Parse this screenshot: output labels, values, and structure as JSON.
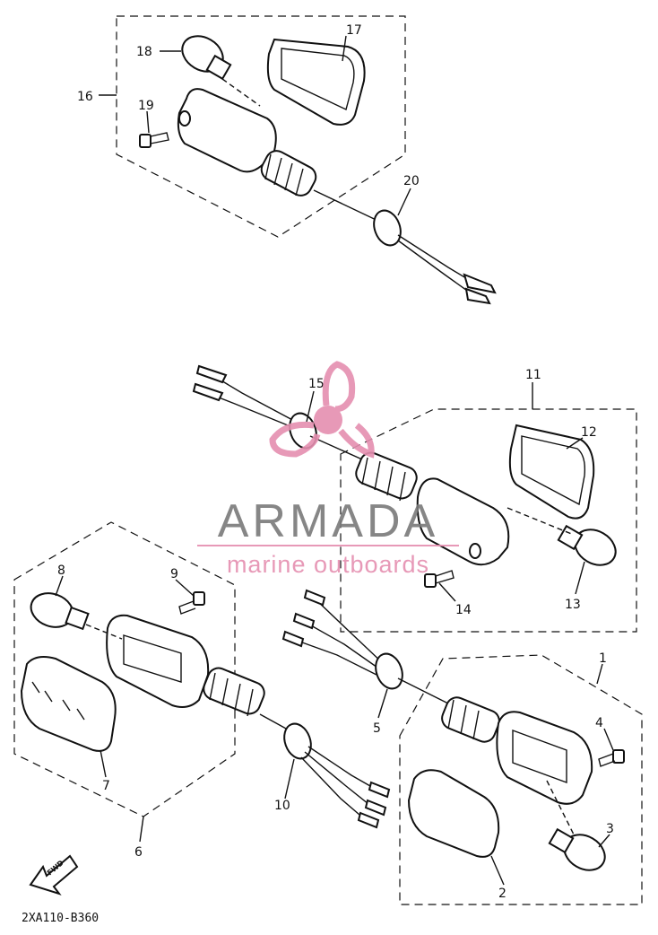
{
  "callouts": {
    "c1": "1",
    "c2": "2",
    "c3": "3",
    "c4": "4",
    "c5": "5",
    "c6": "6",
    "c7": "7",
    "c8": "8",
    "c9": "9",
    "c10": "10",
    "c11": "11",
    "c12": "12",
    "c13": "13",
    "c14": "14",
    "c15": "15",
    "c16": "16",
    "c17": "17",
    "c18": "18",
    "c19": "19",
    "c20": "20"
  },
  "watermark": {
    "title": "ARMADA",
    "subtitle": "marine outboards",
    "title_color": "#7a7a7a",
    "accent_color": "#e58fb0"
  },
  "arrow_label": "FWD",
  "diagram_code": "2XA110-B360"
}
